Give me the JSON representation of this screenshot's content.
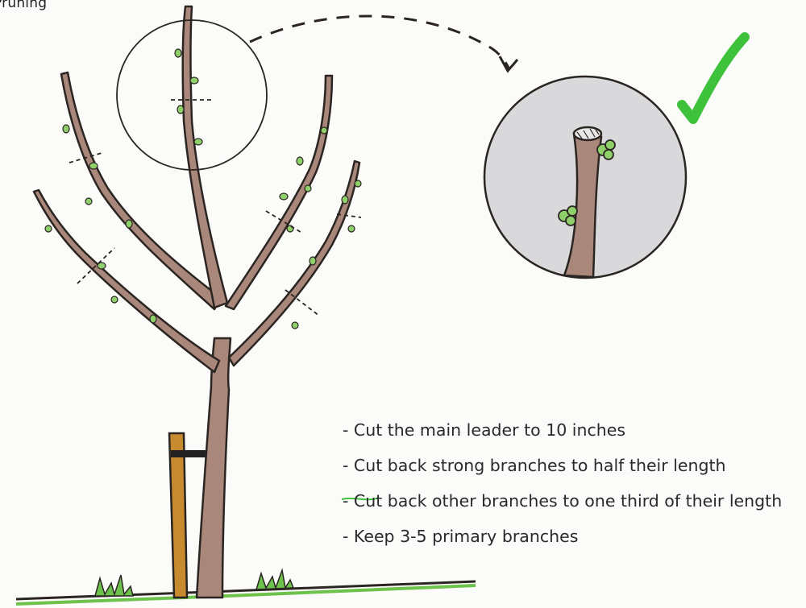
{
  "title": "Pruning",
  "notes": [
    "- Cut the main leader to 10 inches",
    "- Cut back strong branches to half their length",
    "- Cut back other branches to one third of their length",
    "- Keep 3-5 primary branches"
  ],
  "colors": {
    "bark": "#a9877b",
    "outline": "#2b2522",
    "bud": "#8fd06a",
    "zoom_fill": "#d9d9dc",
    "check": "#3ec13b",
    "grass": "#6cc24a",
    "stake": "#c78a2e",
    "guard": "#c7c7cb"
  },
  "icons": [
    "zoom-circle",
    "curved-dashed-arrow",
    "checkmark-icon",
    "cut-marks"
  ]
}
